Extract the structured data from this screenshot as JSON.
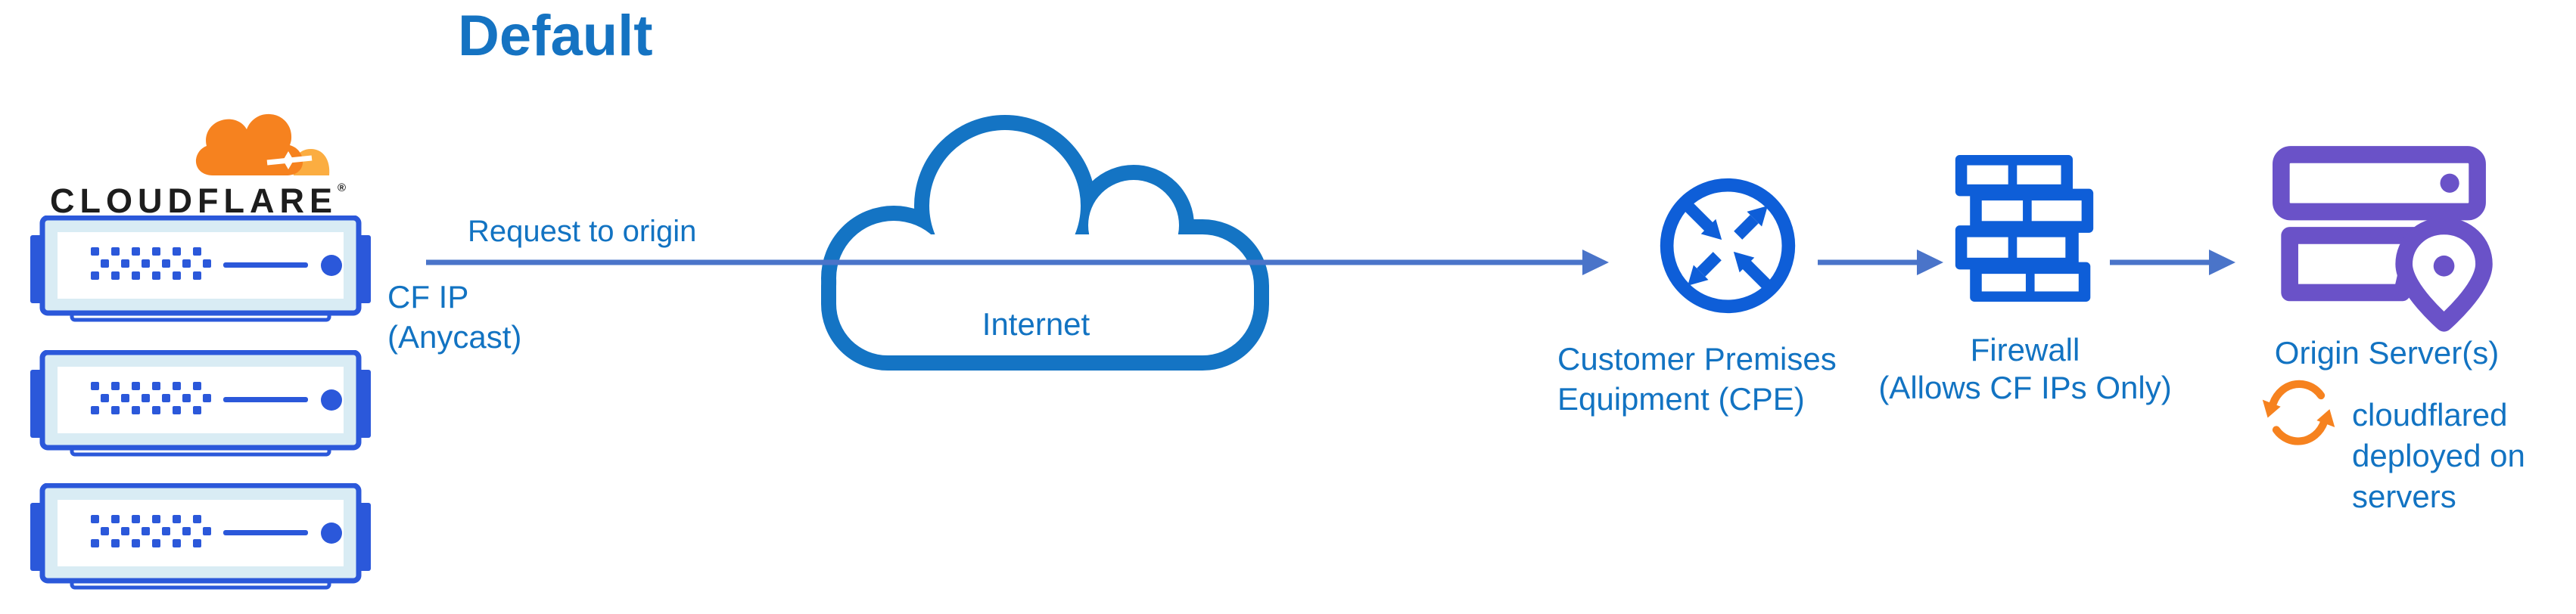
{
  "title": "Default",
  "logo": {
    "wordmark": "CLOUDFLARE",
    "registered": "®"
  },
  "edge": {
    "server_count": 3
  },
  "flow": {
    "request_label": "Request to origin",
    "cf_ip_line1": "CF IP",
    "cf_ip_line2": "(Anycast)",
    "internet_label": "Internet",
    "cpe": {
      "line1": "Customer Premises",
      "line2": "Equipment (CPE)"
    },
    "firewall": {
      "line1": "Firewall",
      "line2": "(Allows CF IPs Only)"
    },
    "origin": {
      "label": "Origin Server(s)"
    },
    "cloudflared": {
      "line1": "cloudflared",
      "line2": "deployed on",
      "line3": "servers"
    }
  },
  "icons": {
    "cloudflare_logo": "cloudflare-logo",
    "edge_server": "edge-server-icon",
    "internet_cloud": "internet-cloud-icon",
    "cpe_router": "cpe-router-icon",
    "firewall": "firewall-brick-icon",
    "origin_server": "origin-server-icon",
    "cloudflared_sync": "sync-arrows-icon",
    "flow_arrow": "flow-arrow"
  },
  "colors": {
    "background": "#ffffff",
    "title_blue": "#1573c2",
    "text_blue": "#1273c2",
    "arrow_blue": "#4a74c9",
    "cloud_blue": "#1474c4",
    "icon_blue": "#0e5ed8",
    "server_blue": "#2b58da",
    "server_fill": "#d9ecf4",
    "origin_purple": "#6a52c8",
    "cf_orange": "#f6821f",
    "cf_orange_light": "#fbad41",
    "wordmark_dark": "#1d1d1d"
  }
}
